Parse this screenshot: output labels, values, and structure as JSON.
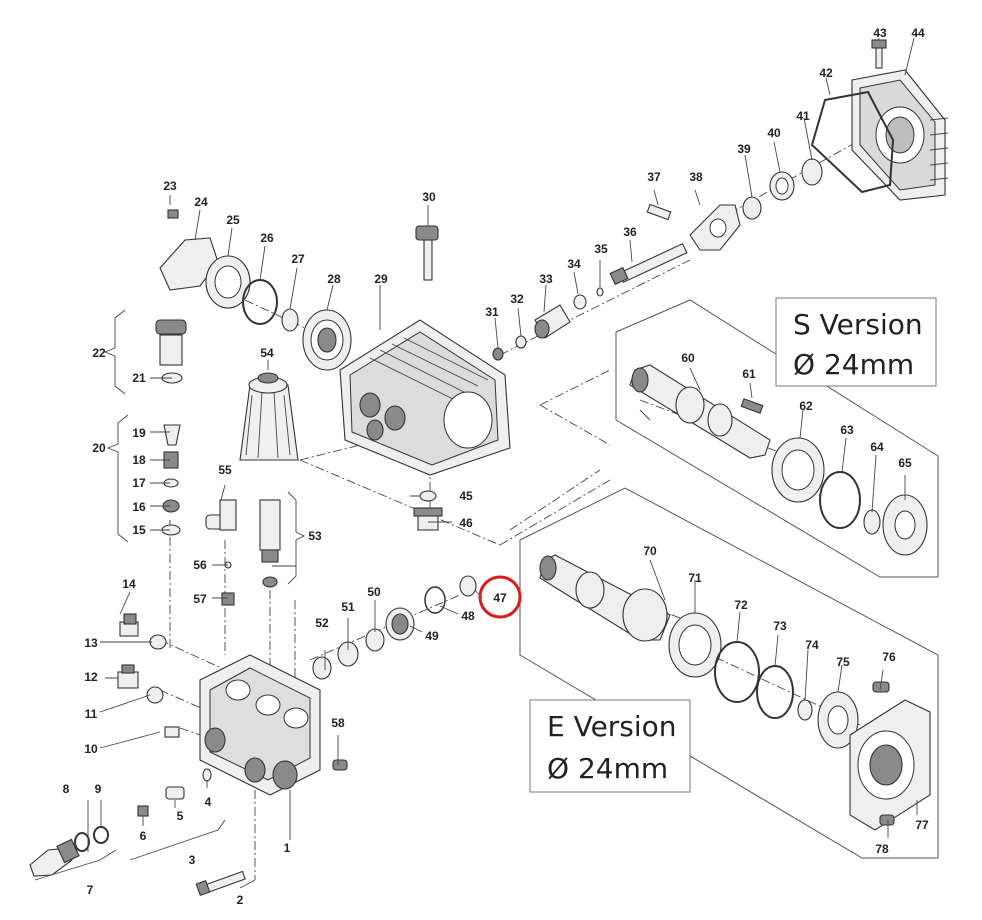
{
  "labels": {
    "p1": "1",
    "p2": "2",
    "p3": "3",
    "p4": "4",
    "p5": "5",
    "p6": "6",
    "p7": "7",
    "p8": "8",
    "p9": "9",
    "p10": "10",
    "p11": "11",
    "p12": "12",
    "p13": "13",
    "p14": "14",
    "p15": "15",
    "p16": "16",
    "p17": "17",
    "p18": "18",
    "p19": "19",
    "p20": "20",
    "p21": "21",
    "p22": "22",
    "p23": "23",
    "p24": "24",
    "p25": "25",
    "p26": "26",
    "p27": "27",
    "p28": "28",
    "p29": "29",
    "p30": "30",
    "p31": "31",
    "p32": "32",
    "p33": "33",
    "p34": "34",
    "p35": "35",
    "p36": "36",
    "p37": "37",
    "p38": "38",
    "p39": "39",
    "p40": "40",
    "p41": "41",
    "p42": "42",
    "p43": "43",
    "p44": "44",
    "p45": "45",
    "p46": "46",
    "p47": "47",
    "p48": "48",
    "p49": "49",
    "p50": "50",
    "p51": "51",
    "p52": "52",
    "p53": "53",
    "p54": "54",
    "p55": "55",
    "p56": "56",
    "p57": "57",
    "p58": "58",
    "p60": "60",
    "p61": "61",
    "p62": "62",
    "p63": "63",
    "p64": "64",
    "p65": "65",
    "p70": "70",
    "p71": "71",
    "p72": "72",
    "p73": "73",
    "p74": "74",
    "p75": "75",
    "p76": "76",
    "p77": "77",
    "p78": "78"
  },
  "s_version": {
    "line1": "S Version",
    "line2": "Ø 24mm"
  },
  "e_version": {
    "line1": "E Version",
    "line2": "Ø 24mm"
  },
  "highlight": {
    "part": "47",
    "color": "#e0191b"
  }
}
